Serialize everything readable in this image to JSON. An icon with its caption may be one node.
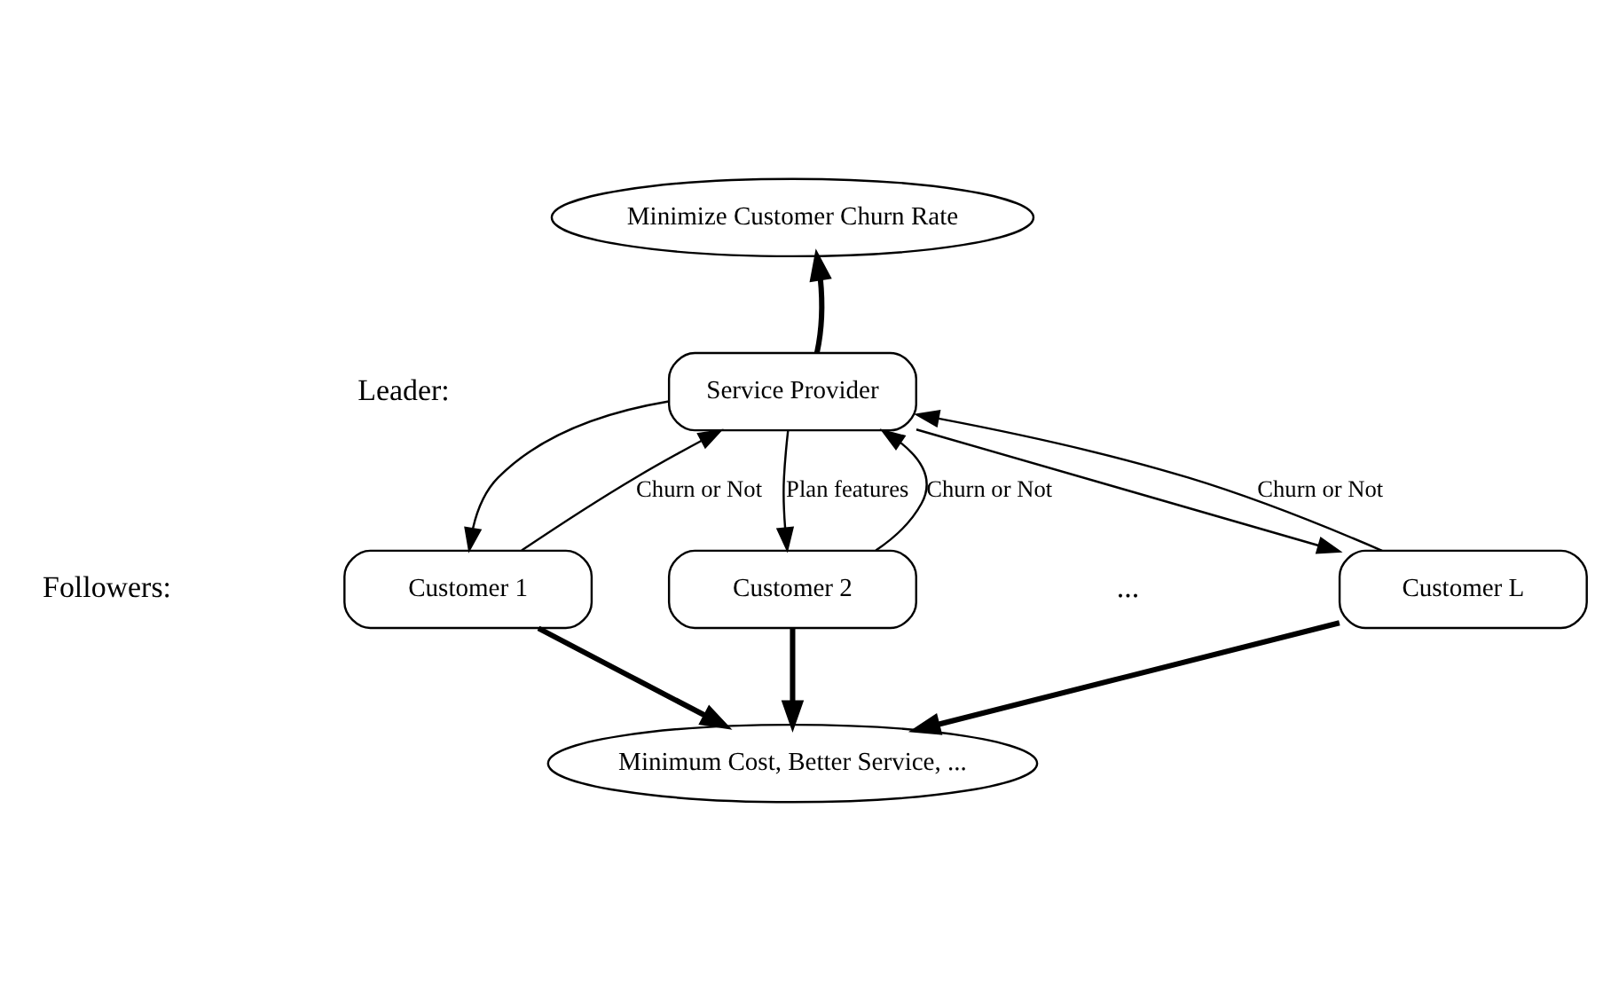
{
  "diagram": {
    "nodes": [
      {
        "text": [
          "Service Provider"
        ]
      },
      {
        "text": [
          "Minimize Customer Churn Rate"
        ]
      },
      {
        "text": [
          "Customer 1"
        ]
      },
      {
        "text": [
          "Customer 2"
        ]
      },
      {
        "text": [
          "Customer L"
        ]
      },
      {
        "text": [
          "Minimum Cost, Better Service, ..."
        ]
      }
    ],
    "edges": [
      {
        "from": 0,
        "to": 1,
        "arrow": "to",
        "style": "thick"
      },
      {
        "from": 0,
        "to": 2,
        "arrow": "to"
      },
      {
        "from": 0,
        "to": 3,
        "arrow": "to",
        "label": "Plan features"
      },
      {
        "from": 0,
        "to": 4,
        "arrow": "to"
      },
      {
        "from": 2,
        "to": 0,
        "arrow": "to",
        "label": "Churn or Not"
      },
      {
        "from": 3,
        "to": 0,
        "arrow": "to",
        "label": "Churn or Not"
      },
      {
        "from": 4,
        "to": 0,
        "arrow": "to",
        "label": "Churn or Not"
      },
      {
        "from": 2,
        "to": 5,
        "arrow": "to",
        "style": "thick"
      },
      {
        "from": 3,
        "to": 5,
        "arrow": "to",
        "style": "thick"
      },
      {
        "from": 4,
        "to": 5,
        "arrow": "to",
        "style": "thick"
      }
    ],
    "labels": [
      "Leader:",
      "Followers:",
      "..."
    ]
  }
}
